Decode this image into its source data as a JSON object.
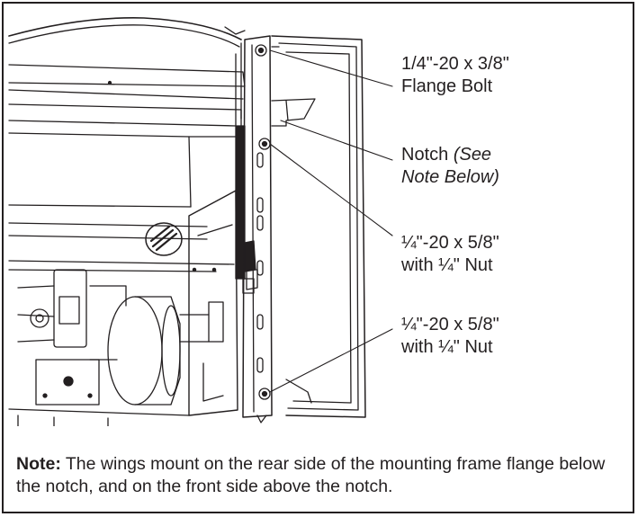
{
  "callouts": {
    "bolt": {
      "line1": "1/4\"-20 x 3/8\"",
      "line2": "Flange Bolt"
    },
    "notch": {
      "prefix": "Notch ",
      "italic1": "(See",
      "italic2": "Note Below)"
    },
    "screw_upper": {
      "line1": "¼\"-20 x 5/8\"",
      "line2": "with ¼\" Nut"
    },
    "screw_lower": {
      "line1": "¼\"-20 x 5/8\"",
      "line2": "with ¼\" Nut"
    }
  },
  "note": {
    "label": "Note:",
    "text": " The wings mount on the rear side of the mounting frame flange below the notch, and on the front side above the notch."
  }
}
